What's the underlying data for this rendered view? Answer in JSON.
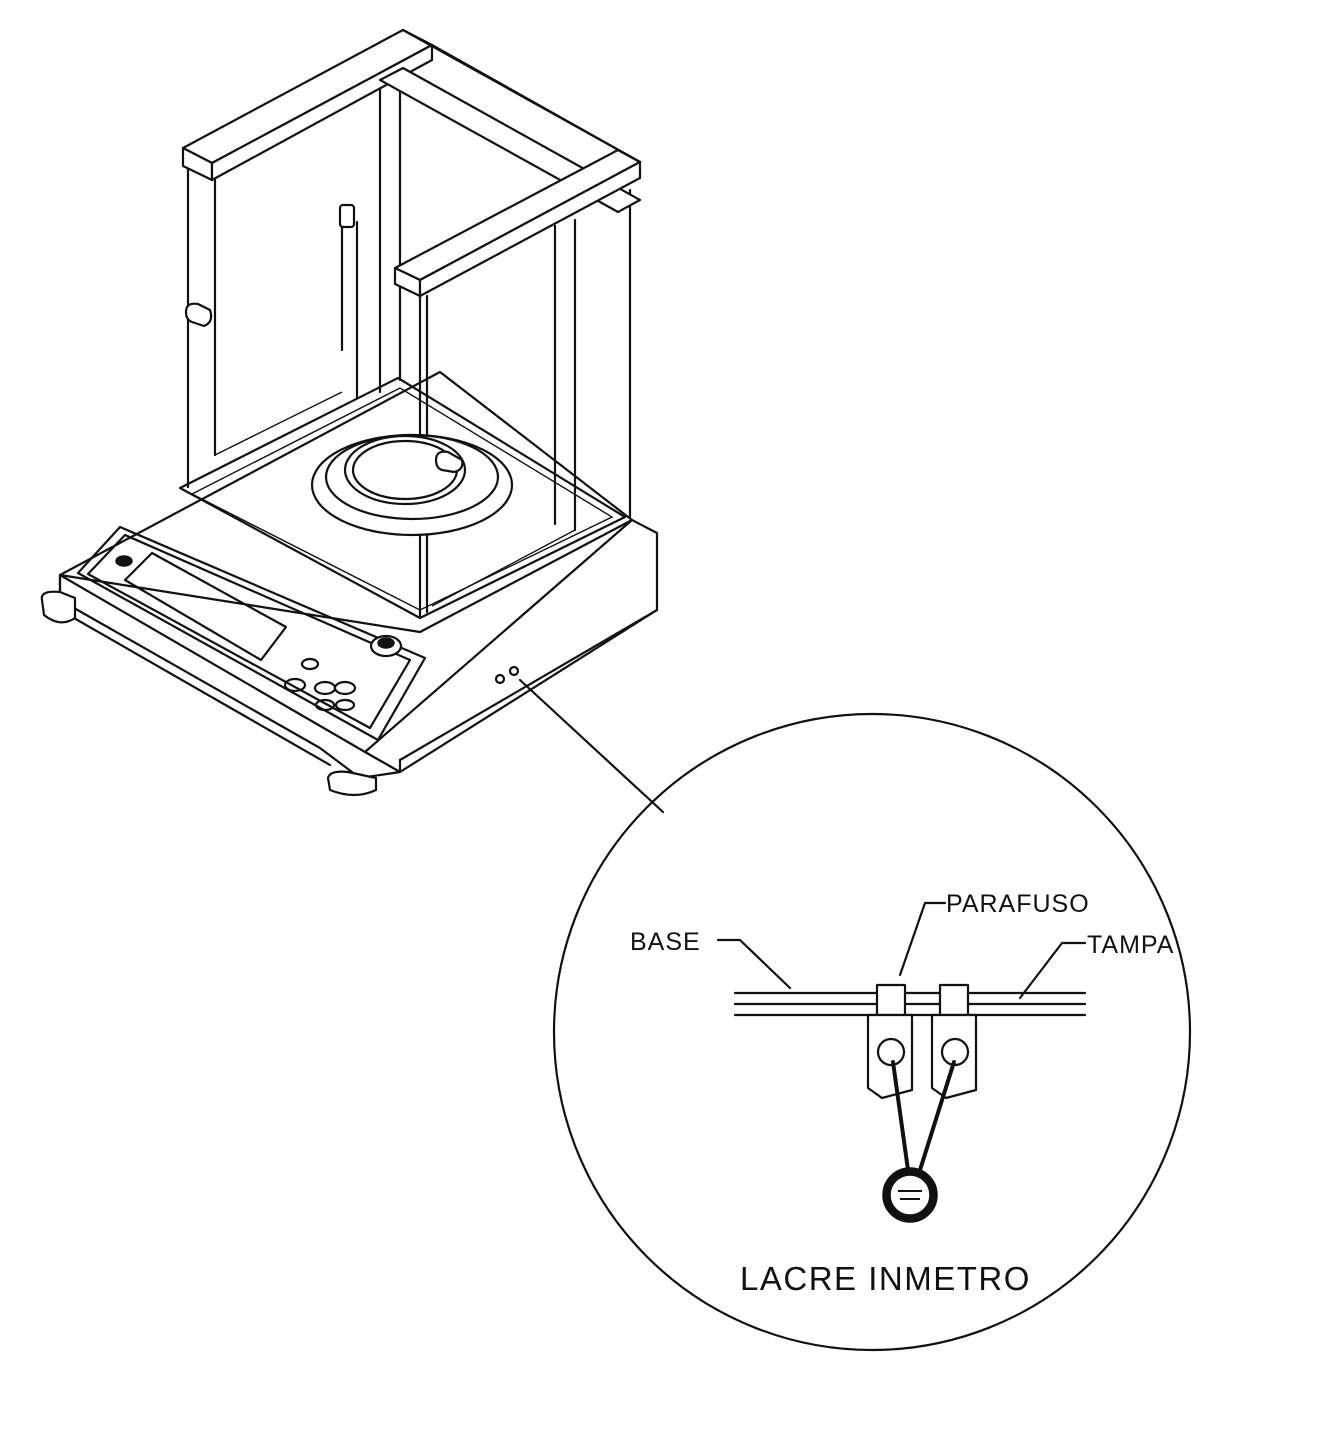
{
  "labels": {
    "base": "BASE",
    "parafuso": "PARAFUSO",
    "tampa": "TAMPA",
    "caption": "LACRE INMETRO"
  },
  "colors": {
    "ink": "#111111",
    "paper": "#ffffff"
  }
}
